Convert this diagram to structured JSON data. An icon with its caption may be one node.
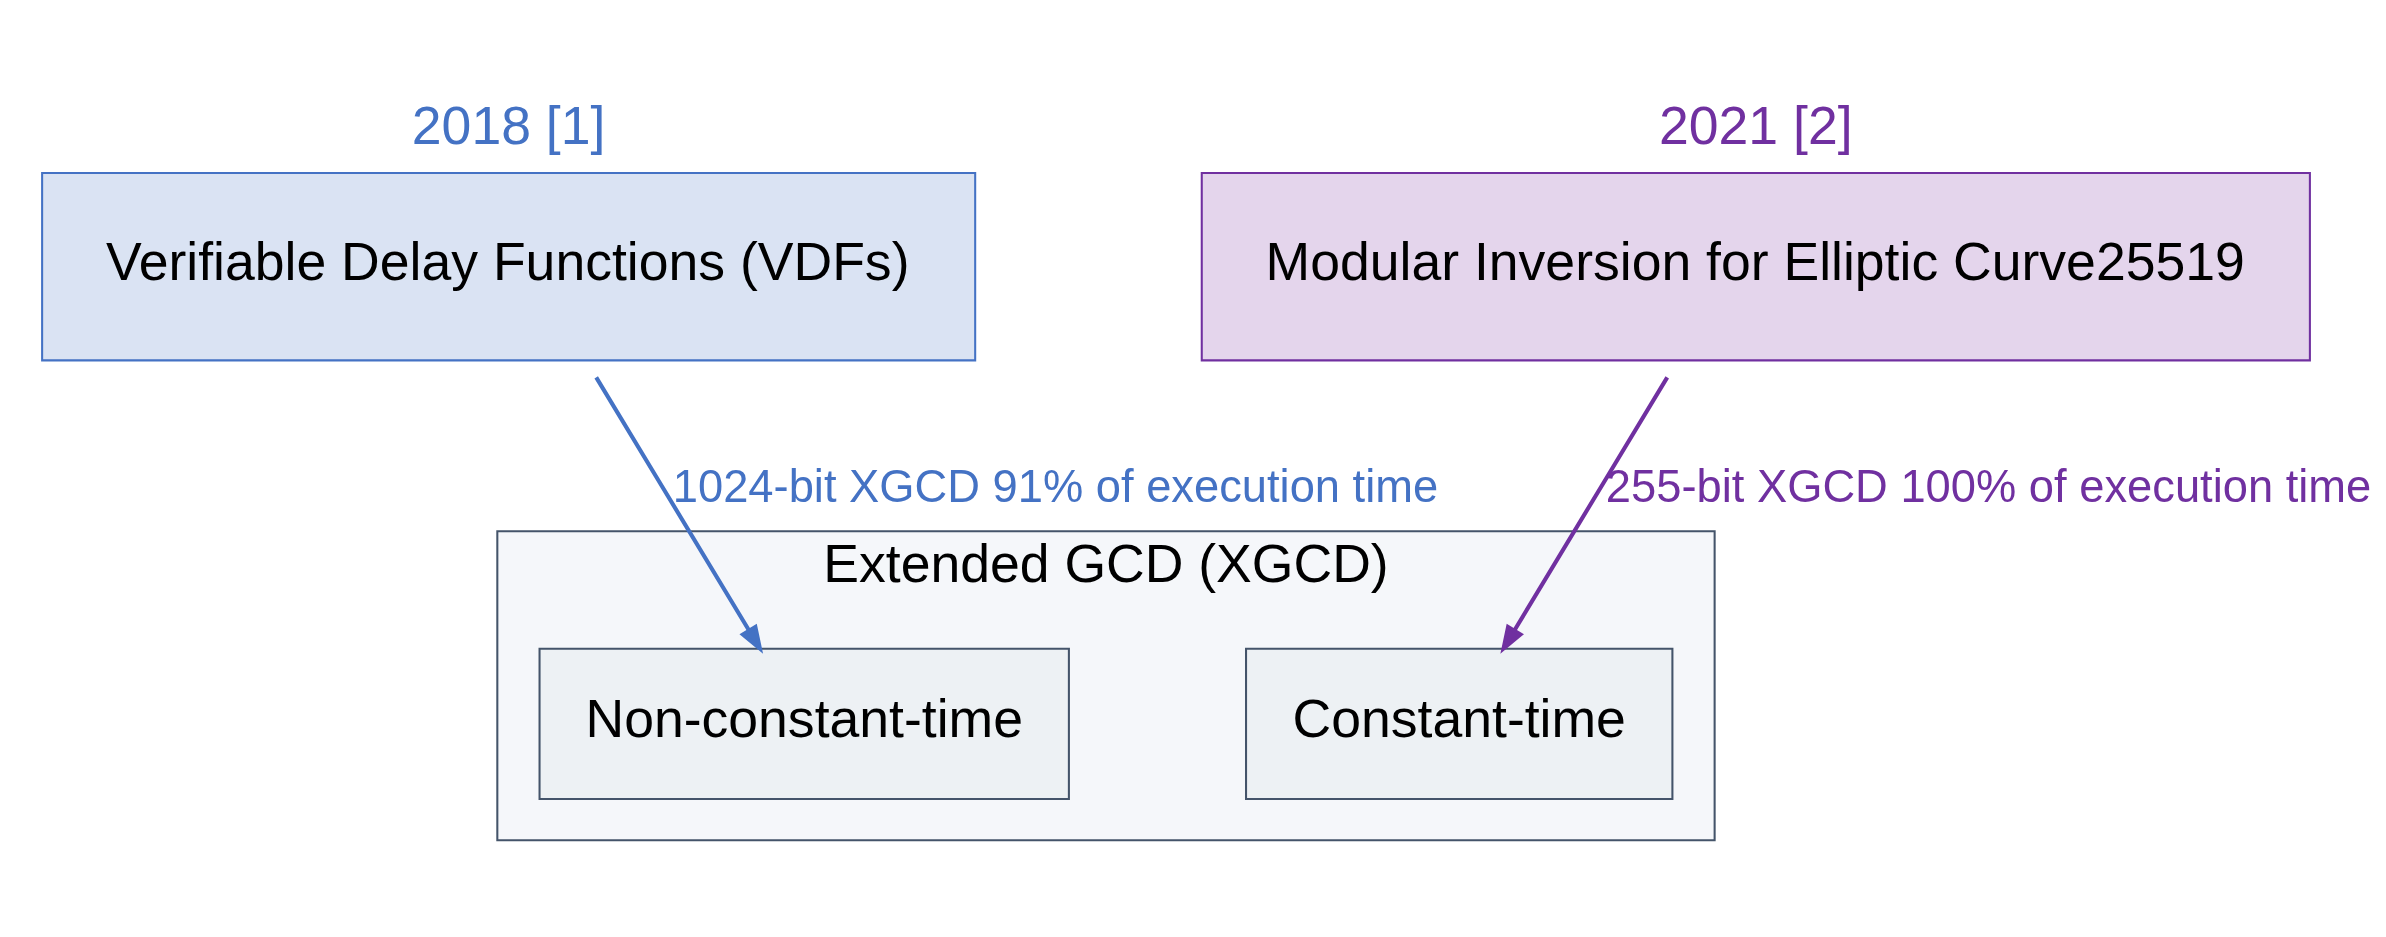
{
  "diagram": {
    "nodes": [
      {
        "text": [
          "2018 [1]",
          "Verifiable Delay Functions (VDFs)"
        ]
      },
      {
        "text": [
          "2021 [2]",
          "Modular Inversion for Elliptic Curve25519"
        ]
      },
      {
        "text": [
          "Extended GCD (XGCD)"
        ]
      },
      {
        "text": [
          "Non-constant-time"
        ],
        "in": 2
      },
      {
        "text": [
          "Constant-time"
        ],
        "in": 2
      }
    ],
    "edges": [
      {
        "from": 0,
        "to": 3,
        "arrow": "to",
        "label": "1024-bit XGCD 91% of execution time",
        "color": "#4472c4"
      },
      {
        "from": 1,
        "to": 4,
        "arrow": "to",
        "label": "255-bit XGCD 100% of execution time",
        "color": "#7030a0"
      }
    ]
  }
}
